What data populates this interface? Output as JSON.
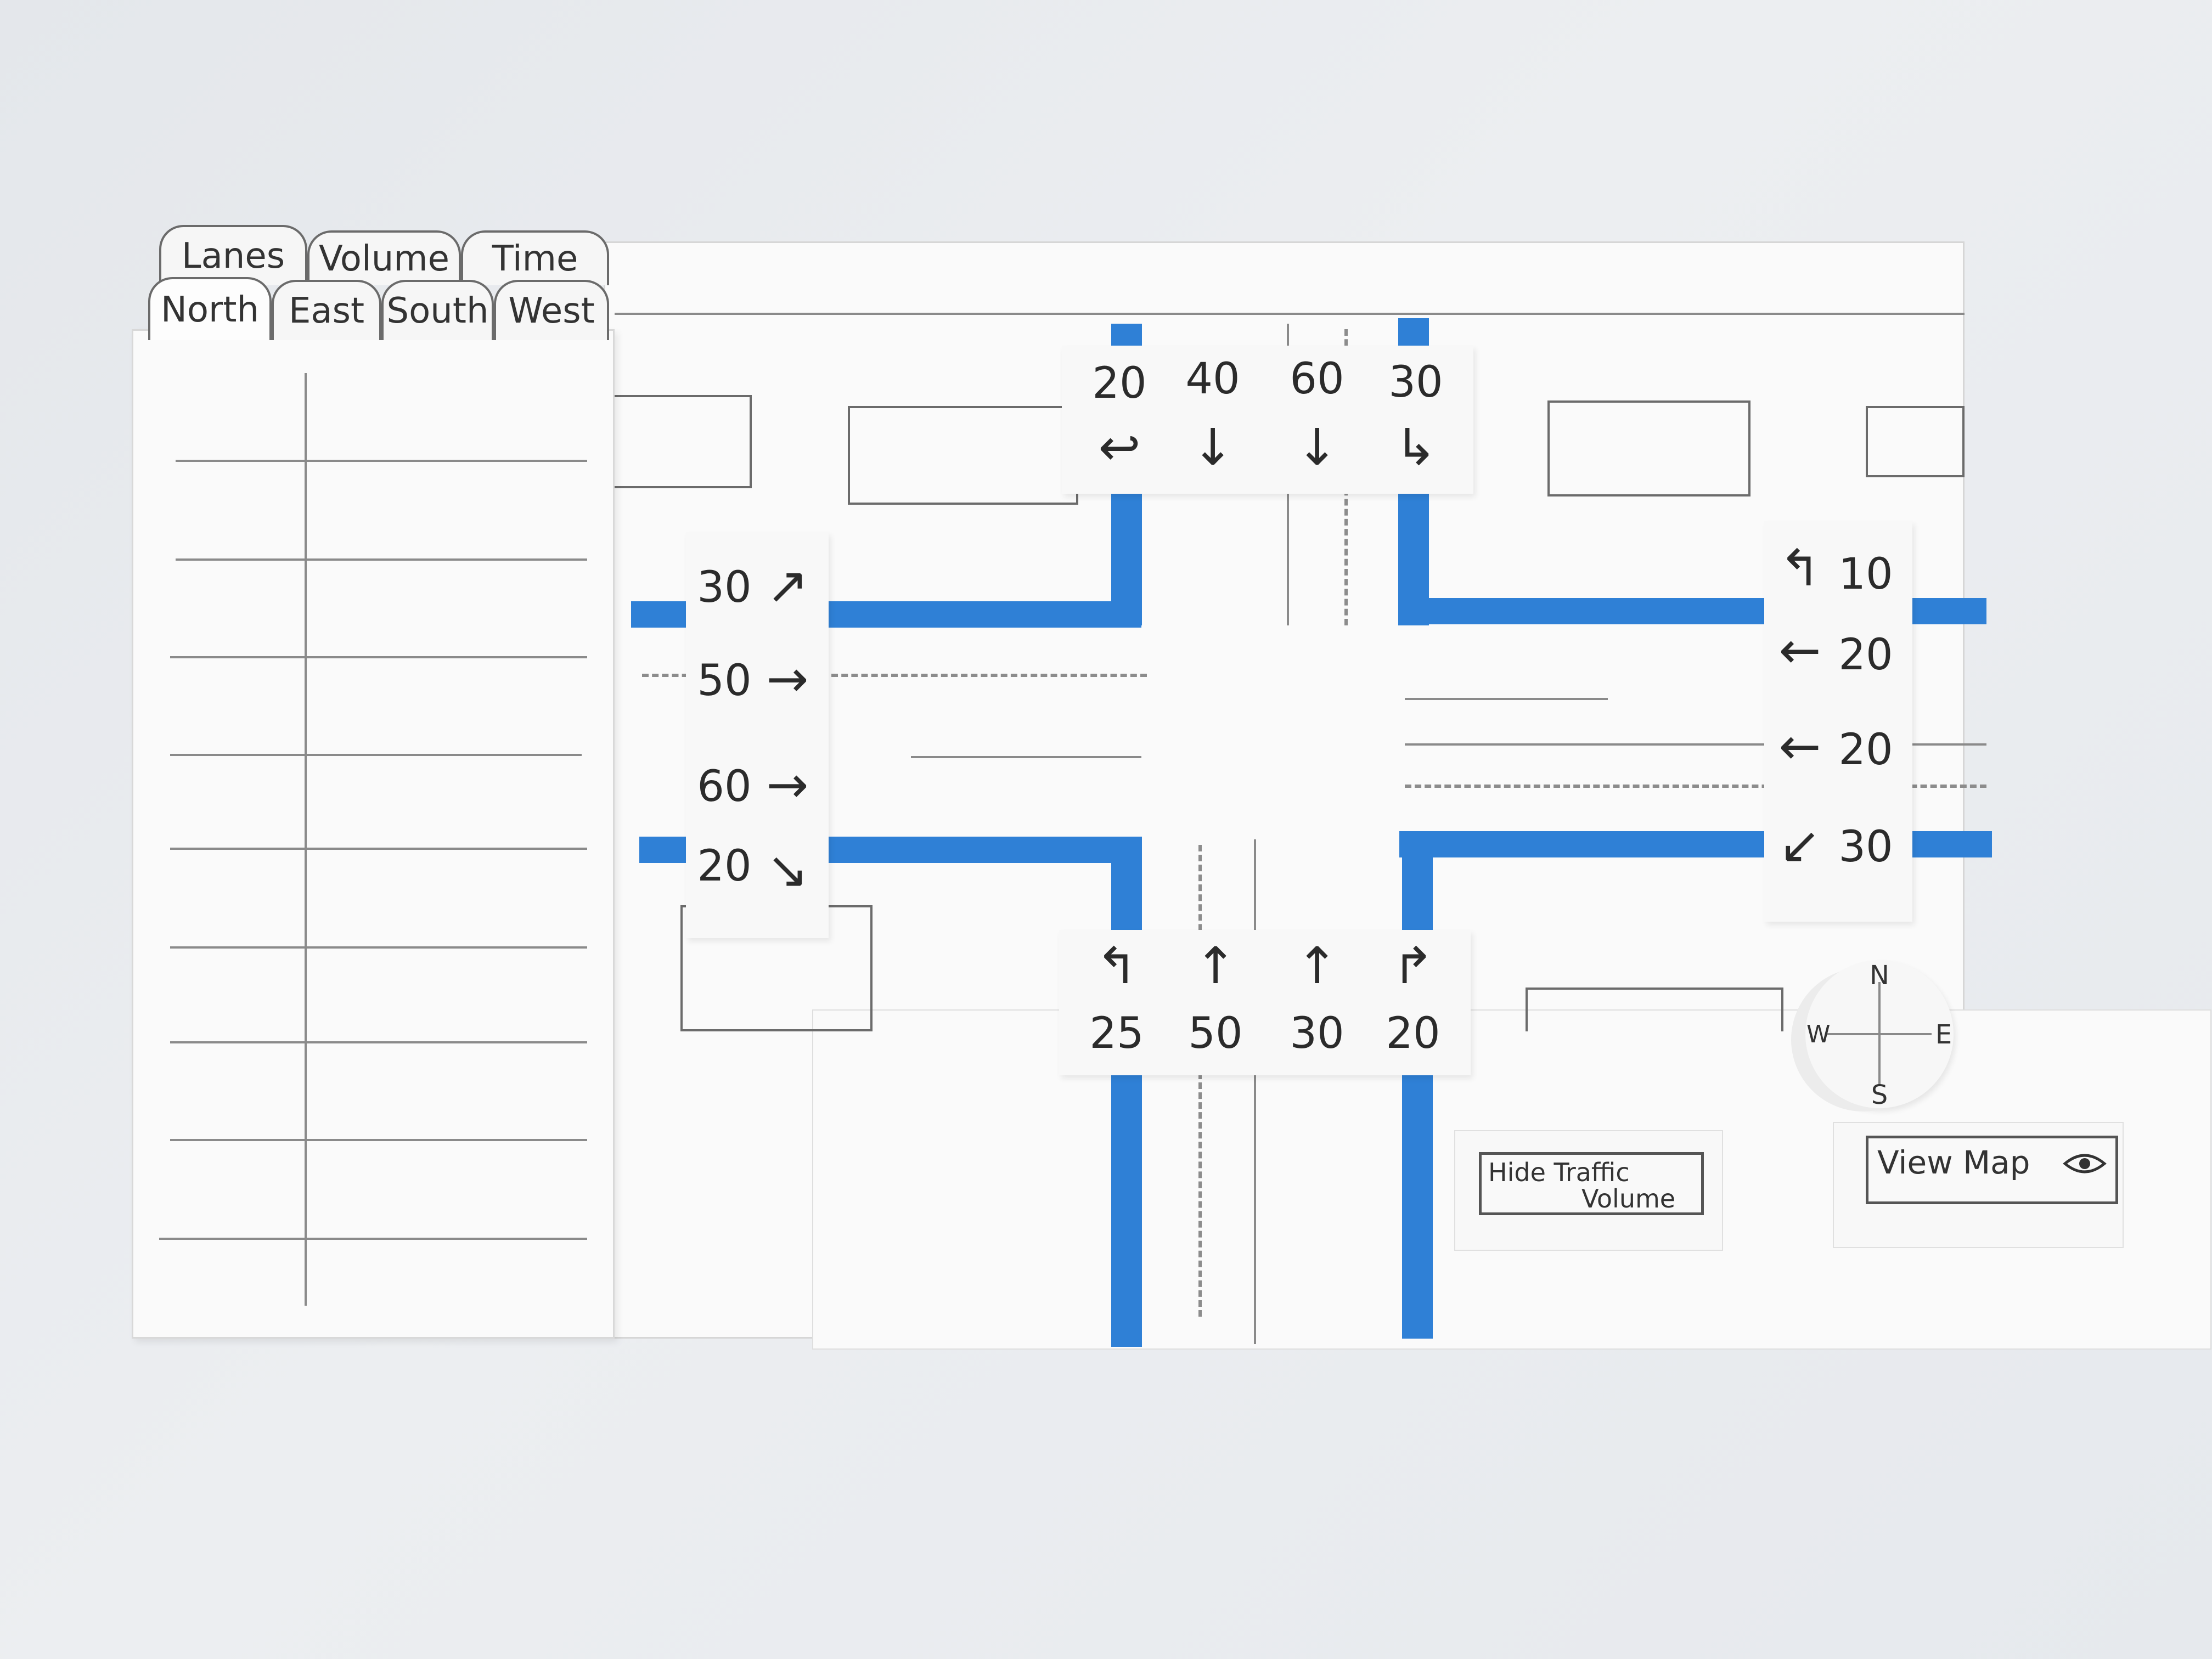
{
  "tabs_top": [
    {
      "label": "Lanes"
    },
    {
      "label": "Volume"
    },
    {
      "label": "Time"
    }
  ],
  "tabs_direction": [
    {
      "label": "North"
    },
    {
      "label": "East"
    },
    {
      "label": "South"
    },
    {
      "label": "West"
    }
  ],
  "volumes": {
    "north": {
      "values": [
        "20",
        "40",
        "60",
        "30"
      ],
      "arrows": [
        "↩",
        "↓",
        "↓",
        "↳"
      ]
    },
    "west": {
      "values": [
        "30",
        "50",
        "60",
        "20"
      ],
      "arrows": [
        "↗",
        "→",
        "→",
        "↘"
      ]
    },
    "east": {
      "values": [
        "10",
        "20",
        "20",
        "30"
      ],
      "arrows": [
        "↰",
        "←",
        "←",
        "↙"
      ]
    },
    "south": {
      "values": [
        "25",
        "50",
        "30",
        "20"
      ],
      "arrows": [
        "↰",
        "↑",
        "↑",
        "↱"
      ]
    }
  },
  "compass": {
    "n": "N",
    "e": "E",
    "s": "S",
    "w": "W"
  },
  "buttons": {
    "hide_traffic_line1": "Hide Traffic",
    "hide_traffic_line2": "Volume",
    "view_map": "View Map"
  },
  "icons": {
    "view_map_icon": "eye-icon"
  },
  "colors": {
    "road_blue": "#2f80d6",
    "paper": "#fafafa",
    "pen": "#6b6b6b"
  }
}
